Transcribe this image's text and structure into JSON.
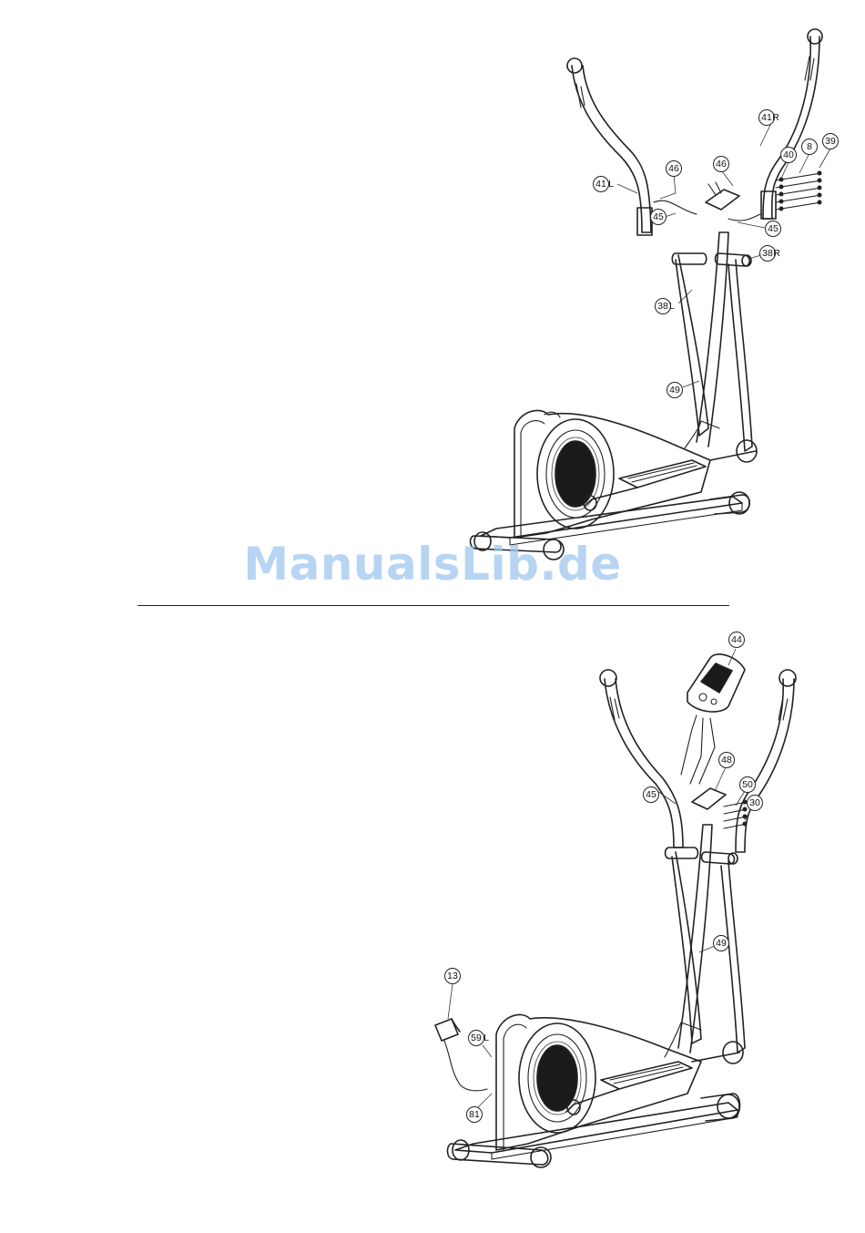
{
  "watermark": "ManualsLib.de",
  "diagram_top": {
    "callouts": [
      "41",
      "46",
      "45",
      "46",
      "45",
      "40",
      "8",
      "39",
      "38",
      "38",
      "49"
    ],
    "side_labels": [
      "L",
      "R",
      "R",
      "L"
    ]
  },
  "diagram_bottom": {
    "callouts": [
      "44",
      "48",
      "45",
      "50",
      "30",
      "49",
      "13",
      "59",
      "81"
    ],
    "side_labels": [
      "L"
    ]
  }
}
